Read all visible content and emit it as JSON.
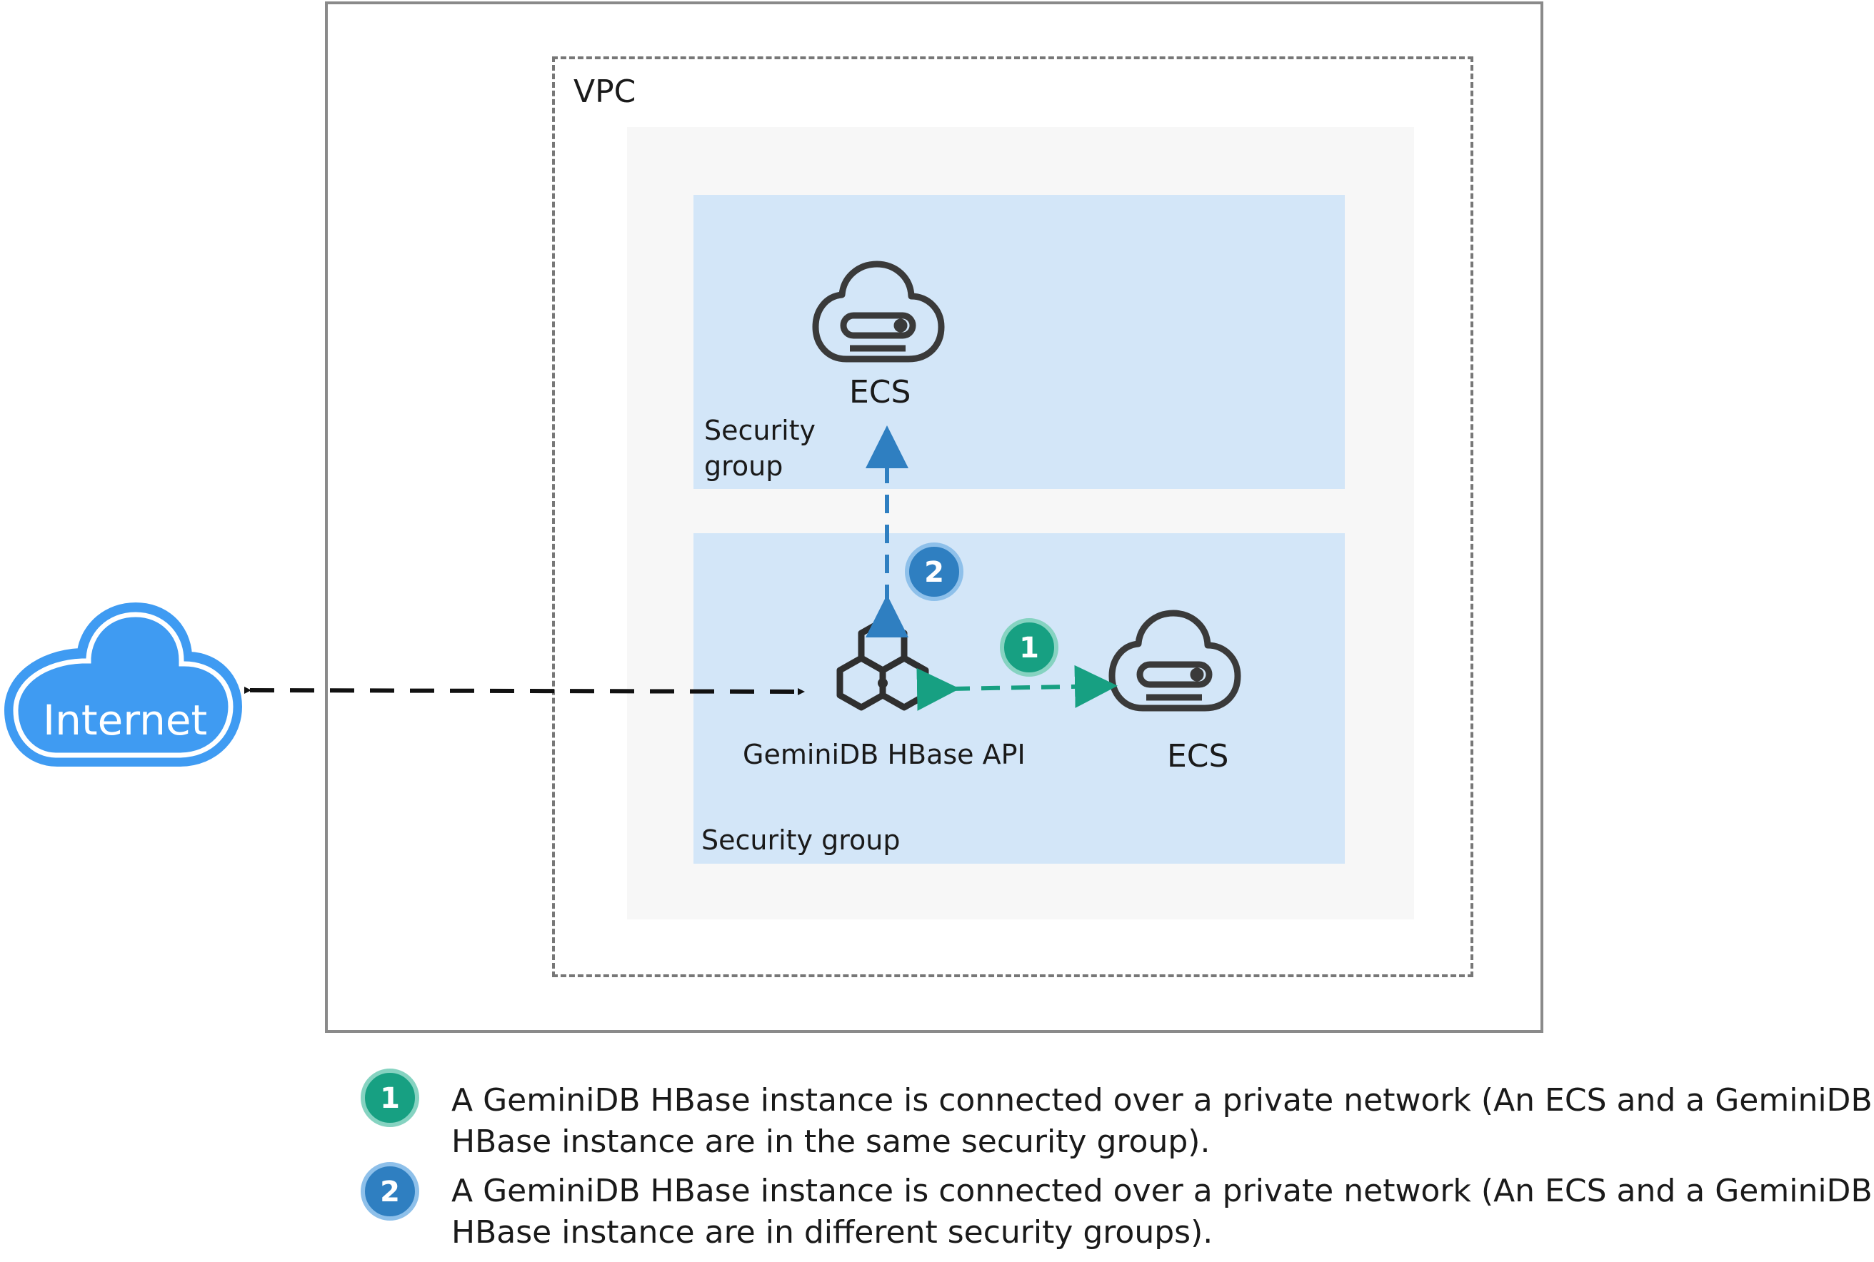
{
  "vpc_label": "VPC",
  "security_group_top": "Security group",
  "security_group_bottom": "Security group",
  "ecs_top": "ECS",
  "ecs_right": "ECS",
  "geminidb": "GeminiDB HBase API",
  "internet": "Internet",
  "badges": {
    "one": "1",
    "two": "2"
  },
  "legend": [
    {
      "num": "1",
      "text": "A GeminiDB HBase instance is connected over a private network (An ECS and a GeminiDB HBase instance are in the same security group)."
    },
    {
      "num": "2",
      "text": "A GeminiDB HBase instance is connected over a private network (An ECS and a GeminiDB HBase instance are in different security groups)."
    }
  ],
  "colors": {
    "green": "#17a082",
    "blue": "#2f7fc1",
    "sg_fill": "#d3e6f8",
    "internet": "#3f9bf2"
  }
}
